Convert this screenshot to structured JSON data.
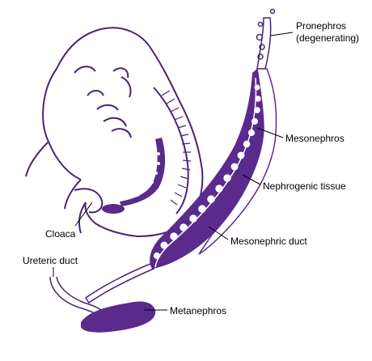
{
  "labels": {
    "pronephros_line1": "Pronephros",
    "pronephros_line2": "(degenerating)",
    "mesonephros": "Mesonephros",
    "nephrogenic_tissue": "Nephrogenic tissue",
    "cloaca": "Cloaca",
    "mesonephric_duct": "Mesonephric duct",
    "ureteric_duct": "Ureteric duct",
    "metanephros": "Metanephros"
  },
  "colors": {
    "tissue": "#5a2a8c",
    "outline": "#4b2277",
    "background": "#ffffff",
    "text": "#000000"
  }
}
